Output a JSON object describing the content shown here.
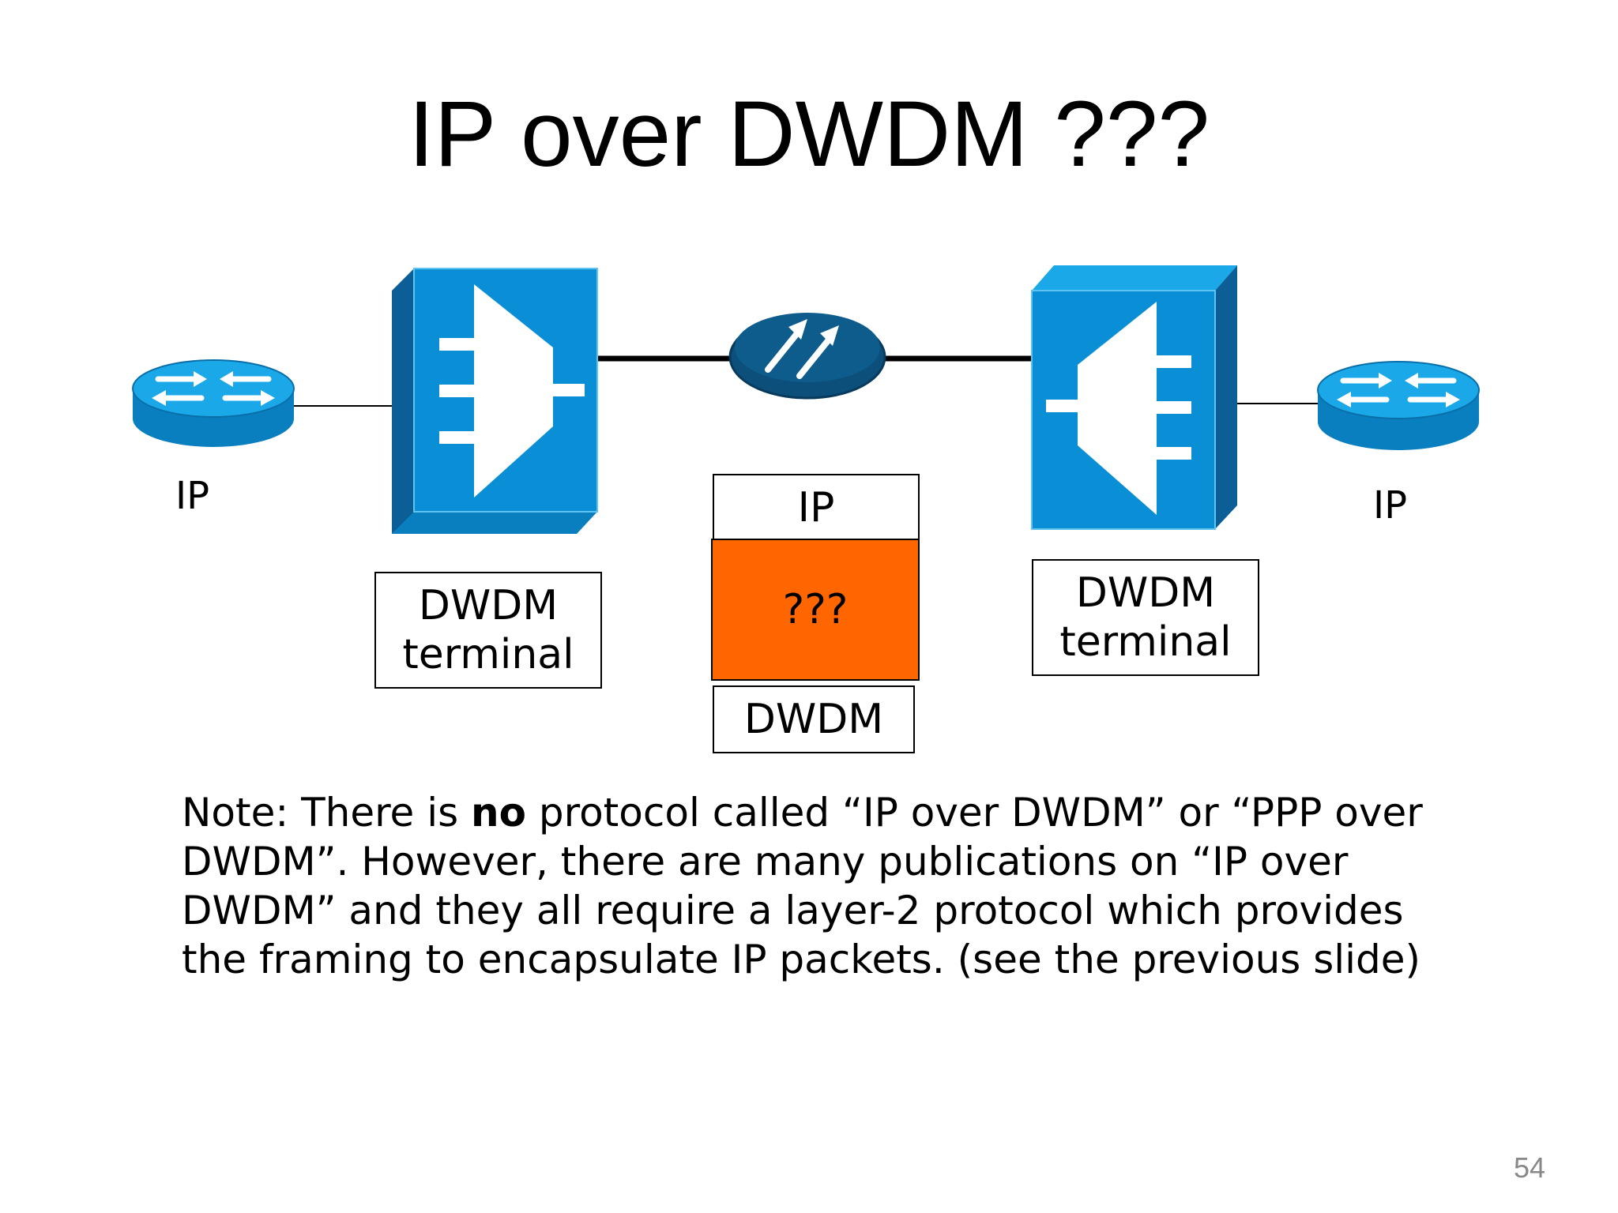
{
  "slide": {
    "title": "IP over DWDM ???",
    "page_number": "54"
  },
  "diagram": {
    "left_router_label": "IP",
    "right_router_label": "IP",
    "left_terminal_label": [
      "DWDM",
      "terminal"
    ],
    "right_terminal_label": [
      "DWDM",
      "terminal"
    ],
    "stack": {
      "top": "IP",
      "middle": "???",
      "bottom": "DWDM"
    },
    "colors": {
      "device_blue": "#0a8fd6",
      "device_dark": "#0b5f96",
      "amplifier_blue": "#0b4f7a",
      "router_top": "#1aa8e8",
      "stack_middle": "#ff6600"
    },
    "icons": [
      "router-icon",
      "mux-terminal-icon",
      "optical-amplifier-icon",
      "demux-terminal-icon"
    ]
  },
  "note": {
    "prefix": "Note: There is ",
    "bold": "no",
    "suffix": " protocol called “IP over DWDM” or “PPP over DWDM”.  However, there are many publications on “IP over DWDM” and they all require a layer-2 protocol which provides the framing to encapsulate IP packets. (see the previous slide)"
  }
}
